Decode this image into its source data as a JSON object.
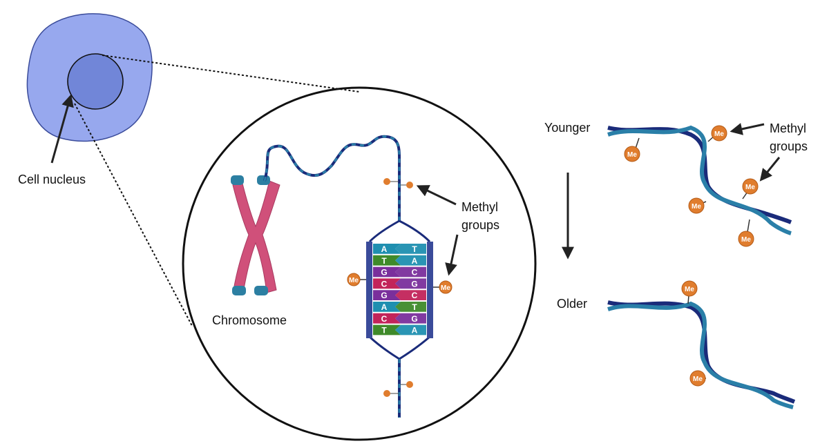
{
  "labels": {
    "cell_nucleus": "Cell nucleus",
    "chromosome": "Chromosome",
    "methyl_center_line1": "Methyl",
    "methyl_center_line2": "groups",
    "younger": "Younger",
    "older": "Older",
    "methyl_right_line1": "Methyl",
    "methyl_right_line2": "groups"
  },
  "methyl_tag": "Me",
  "base_pairs": [
    {
      "left": "A",
      "right": "T",
      "left_color": "#1f8fb0",
      "right_color": "#1f8fb0"
    },
    {
      "left": "T",
      "right": "A",
      "left_color": "#3f8a2a",
      "right_color": "#1f8fb0"
    },
    {
      "left": "G",
      "right": "C",
      "left_color": "#7a2f9c",
      "right_color": "#7a2f9c"
    },
    {
      "left": "C",
      "right": "G",
      "left_color": "#c2245a",
      "right_color": "#7a2f9c"
    },
    {
      "left": "G",
      "right": "C",
      "left_color": "#7a2f9c",
      "right_color": "#c2245a"
    },
    {
      "left": "A",
      "right": "T",
      "left_color": "#1f8fb0",
      "right_color": "#3f8a2a"
    },
    {
      "left": "C",
      "right": "G",
      "left_color": "#c2245a",
      "right_color": "#7a2f9c"
    },
    {
      "left": "T",
      "right": "A",
      "left_color": "#3f8a2a",
      "right_color": "#1f8fb0"
    }
  ],
  "colors": {
    "cell": "#97a8ee",
    "nucleus": "#7186d8",
    "chromosome": "#d0507a",
    "chromosome_cap": "#2c7fa2",
    "helix_dark": "#1a2b7a",
    "helix_light": "#2a7fa8",
    "methyl": "#e07d2e"
  }
}
